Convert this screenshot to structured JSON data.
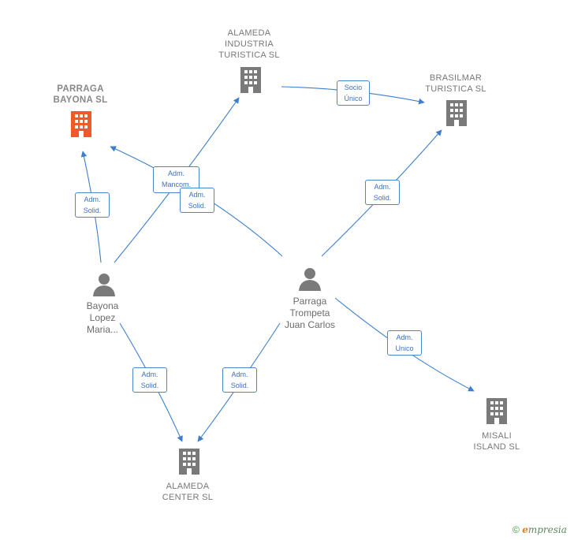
{
  "colors": {
    "edge": "#3d7fcc",
    "company": "#7a7a7a",
    "company_focus": "#f05a28",
    "person": "#7a7a7a"
  },
  "nodes": {
    "parraga_bayona": {
      "label": "PARRAGA\nBAYONA  SL",
      "icon": "building-icon"
    },
    "alameda_industria": {
      "label": "ALAMEDA\nINDUSTRIA\nTURISTICA  SL",
      "icon": "building-icon"
    },
    "brasilmar": {
      "label": "BRASILMAR\nTURISTICA SL",
      "icon": "building-icon"
    },
    "bayona_lopez": {
      "label": "Bayona\nLopez\nMaria...",
      "icon": "person-icon"
    },
    "parraga_trompeta": {
      "label": "Parraga\nTrompeta\nJuan Carlos",
      "icon": "person-icon"
    },
    "alameda_center": {
      "label": "ALAMEDA\nCENTER  SL",
      "icon": "building-icon"
    },
    "misali": {
      "label": "MISALI\nISLAND  SL",
      "icon": "building-icon"
    }
  },
  "edges": {
    "e1": {
      "label": "Socio\nÚnico"
    },
    "e2": {
      "label": "Adm.\nSolid."
    },
    "e3": {
      "label": "Adm.\nMancom."
    },
    "e4": {
      "label": "Adm.\nSolid."
    },
    "e5": {
      "label": "Adm.\nSolid."
    },
    "e6": {
      "label": "Adm.\nUnico"
    },
    "e7": {
      "label": "Adm.\nSolid."
    },
    "e8": {
      "label": "Adm.\nSolid."
    }
  },
  "footer": {
    "copyright": "©",
    "brand_first": "e",
    "brand_rest": "mpresia"
  }
}
